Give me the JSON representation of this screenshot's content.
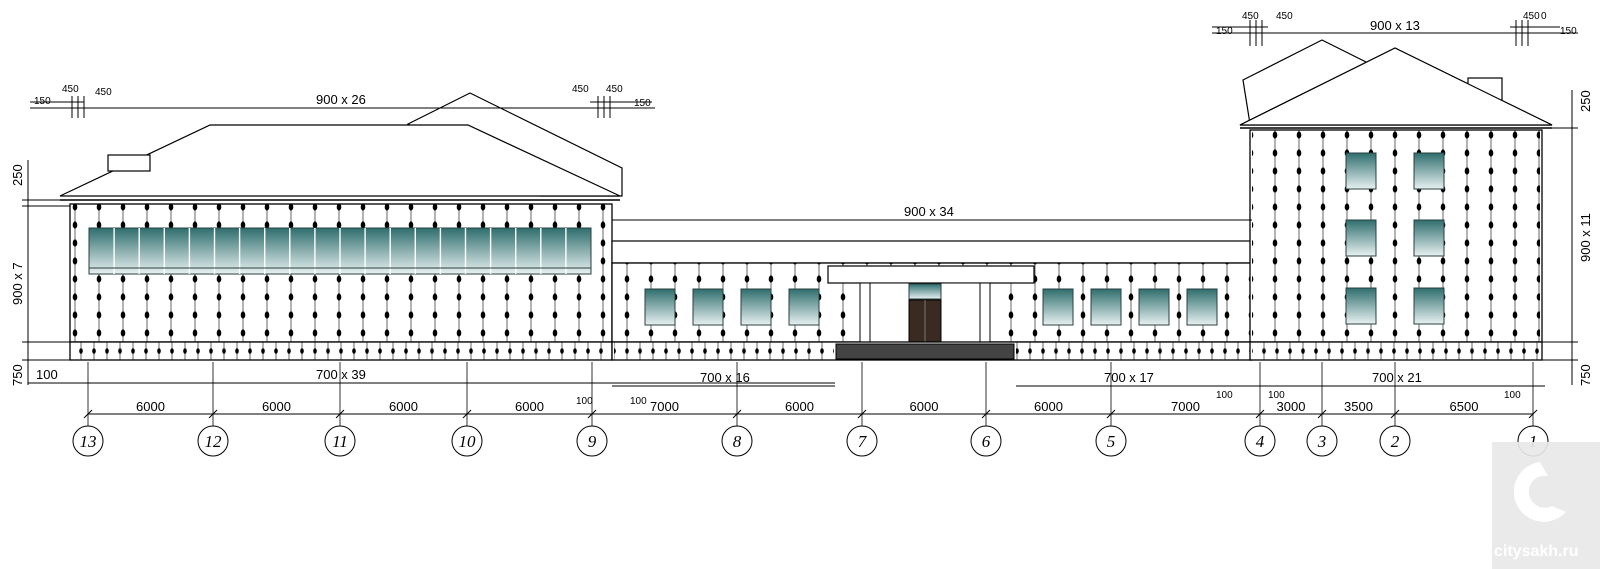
{
  "colors": {
    "glass_top": "#2f6e6e",
    "glass_bottom": "#e8f1f1",
    "door": "#3a2a22",
    "watermark_bg": "#e8e8e8"
  },
  "top_dims": {
    "left_block": "900 x 26",
    "right_block": "900 x 13",
    "middle_block": "900 x 34",
    "left_150a": "150",
    "left_450a": "450",
    "left_450b": "450",
    "left_450c": "450",
    "left_450d": "450",
    "left_150b": "150",
    "right_150a": "150",
    "right_450a": "450",
    "right_450b": "450",
    "right_450c": "450",
    "right_0": "0",
    "right_150b": "150"
  },
  "vertical_dims": {
    "left_250": "250",
    "left_main": "900 x 7",
    "left_750": "750",
    "right_250": "250",
    "right_main": "900 x 11",
    "right_750": "750"
  },
  "bottom_dims": {
    "left_100": "100",
    "left_base": "700 x 39",
    "mid_100a": "100",
    "mid_100b": "100",
    "mid_left": "700 x 16",
    "mid_right": "700 x 17",
    "right_100a": "100",
    "right_100b": "100",
    "right_base": "700 x 21",
    "far_right_100": "100"
  },
  "spans": [
    "6000",
    "6000",
    "6000",
    "6000",
    "7000",
    "6000",
    "6000",
    "6000",
    "7000",
    "3000",
    "3500",
    "6500"
  ],
  "axes": [
    "13",
    "12",
    "11",
    "10",
    "9",
    "8",
    "7",
    "6",
    "5",
    "4",
    "3",
    "2",
    "1"
  ],
  "watermark": {
    "text": "citysakh.ru"
  }
}
